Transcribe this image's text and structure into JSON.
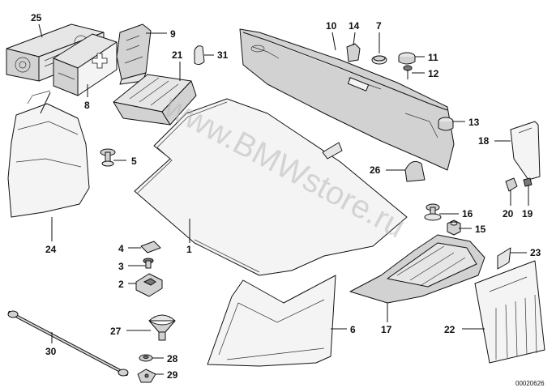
{
  "diagram": {
    "watermark": "www.BMWstore.ru",
    "drawing_code": "00020626",
    "callouts": [
      {
        "id": "c1",
        "label": "1"
      },
      {
        "id": "c2",
        "label": "2"
      },
      {
        "id": "c3",
        "label": "3"
      },
      {
        "id": "c4",
        "label": "4"
      },
      {
        "id": "c5",
        "label": "5"
      },
      {
        "id": "c6",
        "label": "6"
      },
      {
        "id": "c7",
        "label": "7"
      },
      {
        "id": "c8",
        "label": "8"
      },
      {
        "id": "c9",
        "label": "9"
      },
      {
        "id": "c10",
        "label": "10"
      },
      {
        "id": "c11",
        "label": "11"
      },
      {
        "id": "c12",
        "label": "12"
      },
      {
        "id": "c13",
        "label": "13"
      },
      {
        "id": "c14",
        "label": "14"
      },
      {
        "id": "c15",
        "label": "15"
      },
      {
        "id": "c16",
        "label": "16"
      },
      {
        "id": "c17",
        "label": "17"
      },
      {
        "id": "c18",
        "label": "18"
      },
      {
        "id": "c19",
        "label": "19"
      },
      {
        "id": "c20",
        "label": "20"
      },
      {
        "id": "c21",
        "label": "21"
      },
      {
        "id": "c22",
        "label": "22"
      },
      {
        "id": "c23",
        "label": "23"
      },
      {
        "id": "c24",
        "label": "24"
      },
      {
        "id": "c25",
        "label": "25"
      },
      {
        "id": "c26",
        "label": "26"
      },
      {
        "id": "c27",
        "label": "27"
      },
      {
        "id": "c28",
        "label": "28"
      },
      {
        "id": "c29",
        "label": "29"
      },
      {
        "id": "c30",
        "label": "30"
      },
      {
        "id": "c31",
        "label": "31"
      }
    ]
  }
}
